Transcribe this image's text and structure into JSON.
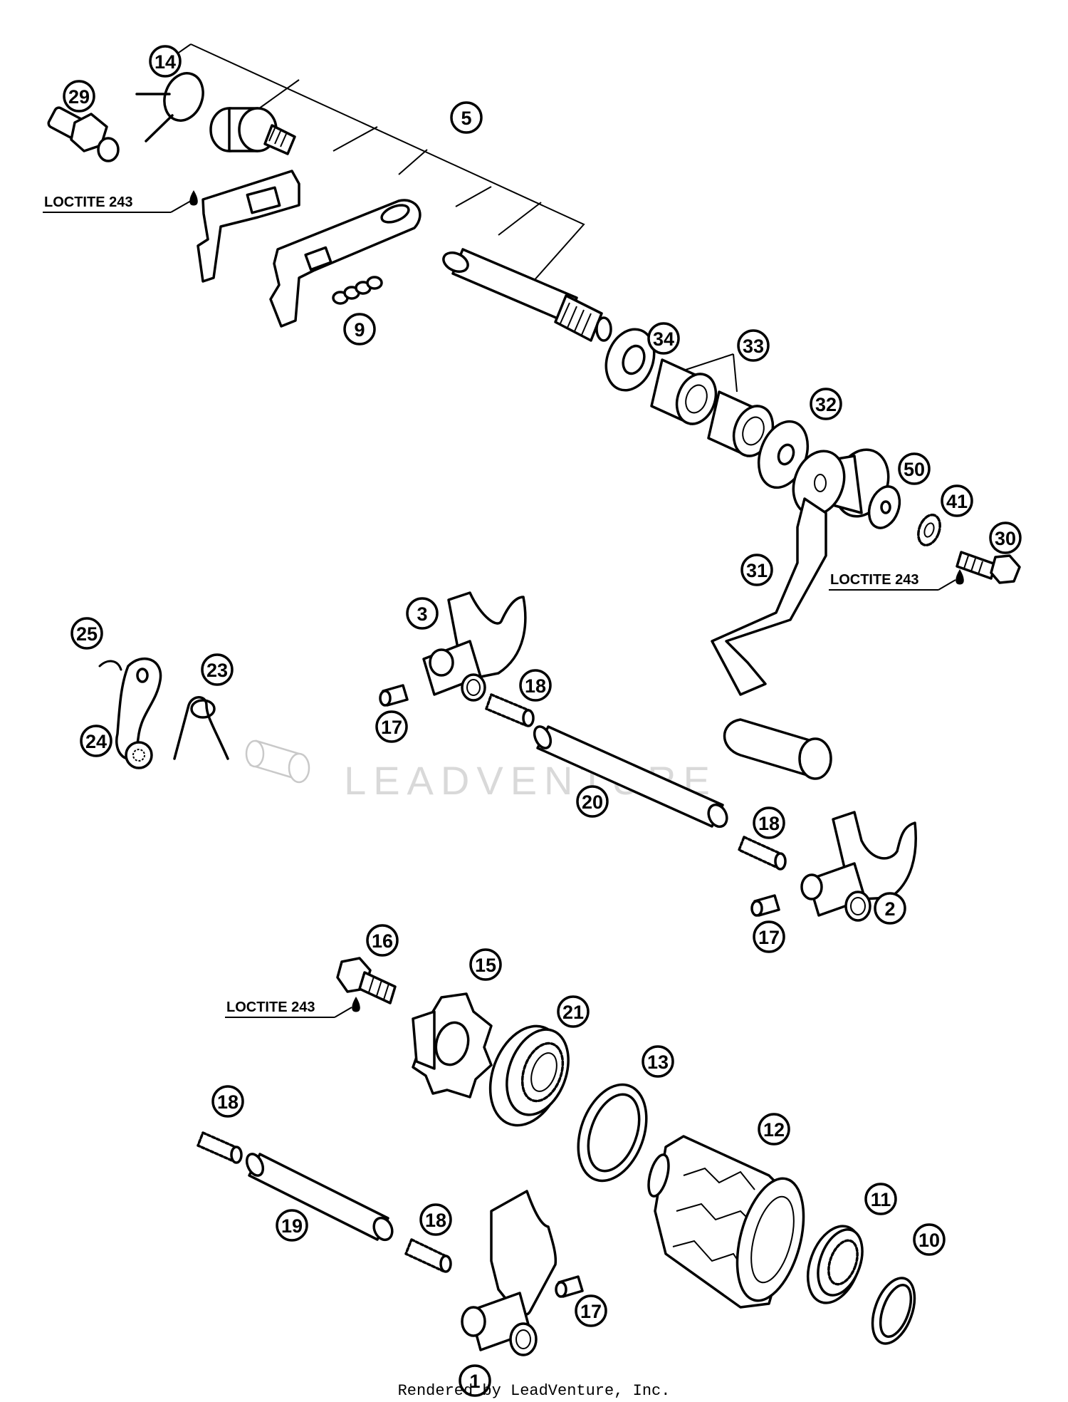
{
  "callouts": [
    {
      "id": "p14",
      "label": "14"
    },
    {
      "id": "p29",
      "label": "29"
    },
    {
      "id": "p5",
      "label": "5"
    },
    {
      "id": "p9",
      "label": "9"
    },
    {
      "id": "p34",
      "label": "34"
    },
    {
      "id": "p33",
      "label": "33"
    },
    {
      "id": "p32",
      "label": "32"
    },
    {
      "id": "p50",
      "label": "50"
    },
    {
      "id": "p41",
      "label": "41"
    },
    {
      "id": "p30",
      "label": "30"
    },
    {
      "id": "p31",
      "label": "31"
    },
    {
      "id": "p3",
      "label": "3"
    },
    {
      "id": "p25",
      "label": "25"
    },
    {
      "id": "p23",
      "label": "23"
    },
    {
      "id": "p24",
      "label": "24"
    },
    {
      "id": "p18a",
      "label": "18"
    },
    {
      "id": "p17a",
      "label": "17"
    },
    {
      "id": "p20",
      "label": "20"
    },
    {
      "id": "p18b",
      "label": "18"
    },
    {
      "id": "p2",
      "label": "2"
    },
    {
      "id": "p17b",
      "label": "17"
    },
    {
      "id": "p16",
      "label": "16"
    },
    {
      "id": "p15",
      "label": "15"
    },
    {
      "id": "p21",
      "label": "21"
    },
    {
      "id": "p13",
      "label": "13"
    },
    {
      "id": "p12",
      "label": "12"
    },
    {
      "id": "p18c",
      "label": "18"
    },
    {
      "id": "p19",
      "label": "19"
    },
    {
      "id": "p18d",
      "label": "18"
    },
    {
      "id": "p11",
      "label": "11"
    },
    {
      "id": "p10",
      "label": "10"
    },
    {
      "id": "p17c",
      "label": "17"
    },
    {
      "id": "p1",
      "label": "1"
    }
  ],
  "notes": {
    "loctite_top": "LOCTITE 243",
    "loctite_right": "LOCTITE 243",
    "loctite_bottom": "LOCTITE 243"
  },
  "watermark": "LEADVENTURE",
  "footer": "Rendered by LeadVenture, Inc."
}
